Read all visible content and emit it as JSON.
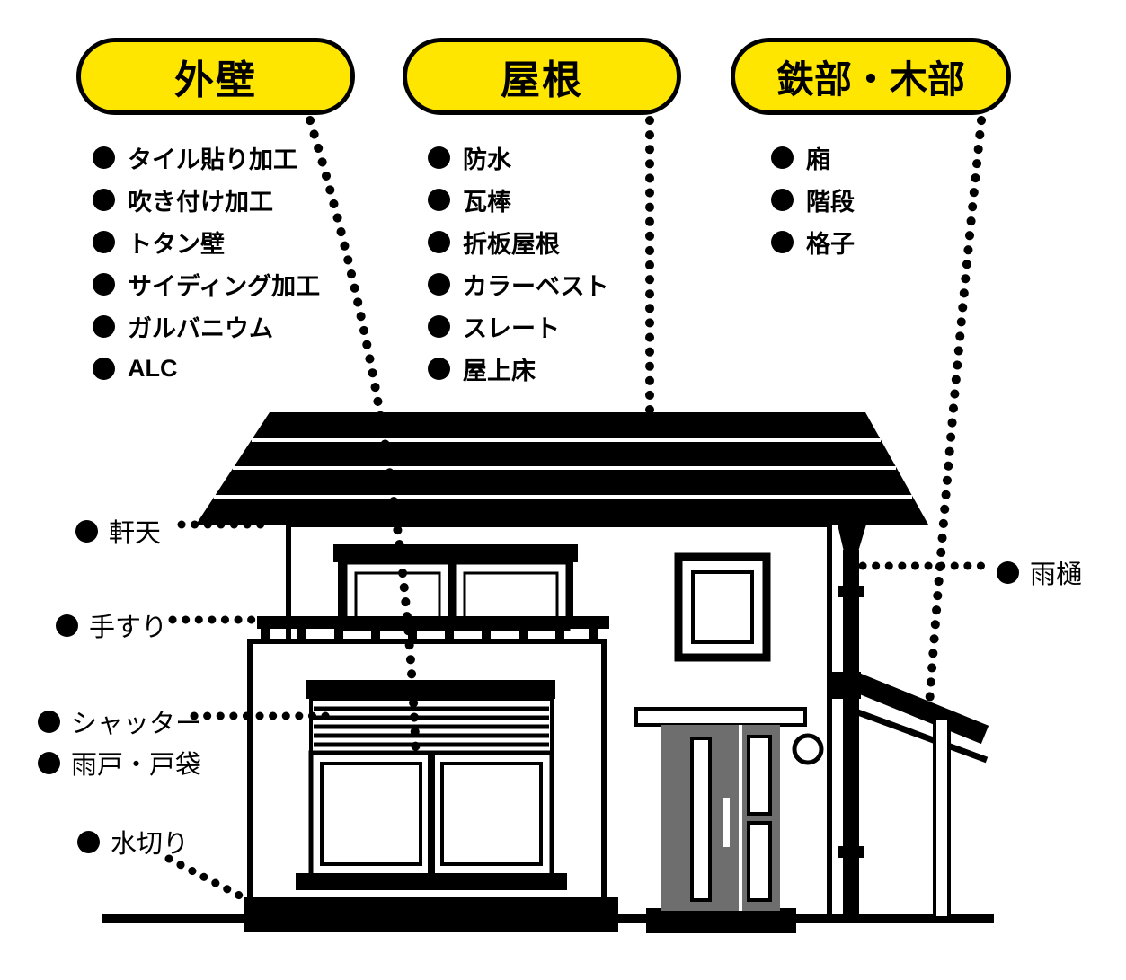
{
  "colors": {
    "accent_yellow": "#ffe600",
    "ink": "#000000",
    "door_gray": "#6e6e6e"
  },
  "categories": [
    {
      "label": "外壁",
      "items": [
        "タイル貼り加工",
        "吹き付け加工",
        "トタン壁",
        "サイディング加工",
        "ガルバニウム",
        "ALC"
      ]
    },
    {
      "label": "屋根",
      "items": [
        "防水",
        "瓦棒",
        "折板屋根",
        "カラーベスト",
        "スレート",
        "屋上床"
      ]
    },
    {
      "label": "鉄部・木部",
      "items": [
        "廂",
        "階段",
        "格子"
      ]
    }
  ],
  "part_labels": [
    {
      "label": "軒天"
    },
    {
      "label": "手すり"
    },
    {
      "label": "シャッター"
    },
    {
      "label": "雨戸・戸袋"
    },
    {
      "label": "水切り"
    },
    {
      "label": "雨樋"
    }
  ]
}
